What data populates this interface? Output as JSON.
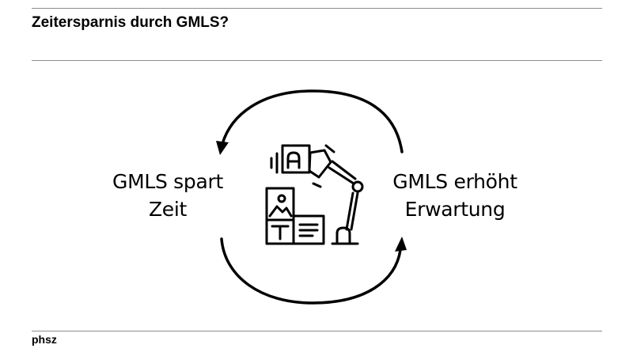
{
  "slide": {
    "title": "Zeitersparnis durch GMLS?",
    "left_label": {
      "line1": "GMLS spart",
      "line2": "Zeit"
    },
    "right_label": {
      "line1": "GMLS erhöht",
      "line2": "Erwartung"
    },
    "footer": "phsz"
  },
  "colors": {
    "text": "#000000",
    "rule": "#8c8c8c",
    "background": "#ffffff"
  },
  "icons": {
    "center": "robot-arm-content-creation-icon",
    "arrows": [
      "cycle-arrow-top",
      "cycle-arrow-bottom"
    ]
  }
}
